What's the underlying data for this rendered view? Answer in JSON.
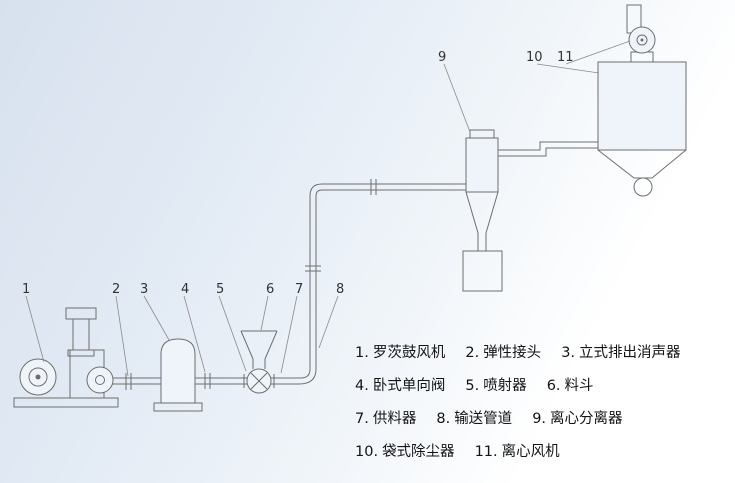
{
  "colors": {
    "line": "#6e6e6e",
    "text": "#141414",
    "bg_top_left": "#d7e1ee",
    "bg_bottom_right": "#ffffff"
  },
  "diagram": {
    "callouts": [
      "1",
      "2",
      "3",
      "4",
      "5",
      "6",
      "7",
      "8",
      "9",
      "10",
      "11"
    ]
  },
  "legend": {
    "rows": [
      {
        "items": [
          {
            "num": "1.",
            "name": "罗茨鼓风机"
          },
          {
            "num": "2.",
            "name": "弹性接头"
          },
          {
            "num": "3.",
            "name": "立式排出消声器"
          }
        ]
      },
      {
        "items": [
          {
            "num": "4.",
            "name": "卧式单向阀"
          },
          {
            "num": "5.",
            "name": "喷射器"
          },
          {
            "num": "6.",
            "name": "料斗"
          }
        ]
      },
      {
        "items": [
          {
            "num": "7.",
            "name": "供料器"
          },
          {
            "num": "8.",
            "name": "输送管道"
          },
          {
            "num": "9.",
            "name": "离心分离器"
          }
        ]
      },
      {
        "items": [
          {
            "num": "10.",
            "name": "袋式除尘器"
          },
          {
            "num": "11.",
            "name": "离心风机"
          }
        ]
      }
    ]
  }
}
